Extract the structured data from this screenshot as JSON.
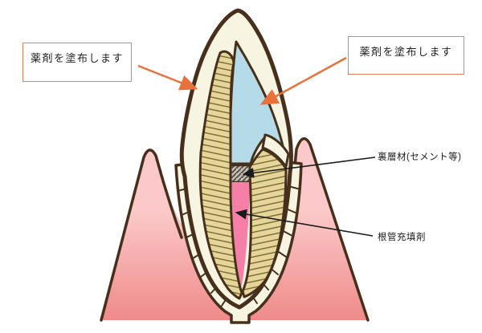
{
  "figure": {
    "description": "Dental root canal treatment cross-section diagram",
    "callouts": {
      "left_box": {
        "text": "薬剤を塗布します"
      },
      "right_box": {
        "text": "薬剤を塗布します"
      },
      "lining": {
        "text": "裏層材(セメント等)"
      },
      "root_filling": {
        "text": "根管充填剤"
      }
    },
    "colors": {
      "outline": "#46301C",
      "enamel_cream": "#F8F4E2",
      "dentin_tan": "#E4D699",
      "dentin_hatch": "#6B5426",
      "medication_blue": "#B4DBE7",
      "canal_pink": "#F57FA7",
      "gum_light": "#FBC9C9",
      "gum_dark": "#EF8A8A",
      "arrow_orange": "#E8713C",
      "callout_border": "#E0805A",
      "cement_gray": "#C8C2B6",
      "line_black": "#1A1A1A",
      "background": "#FFFFFF"
    }
  }
}
